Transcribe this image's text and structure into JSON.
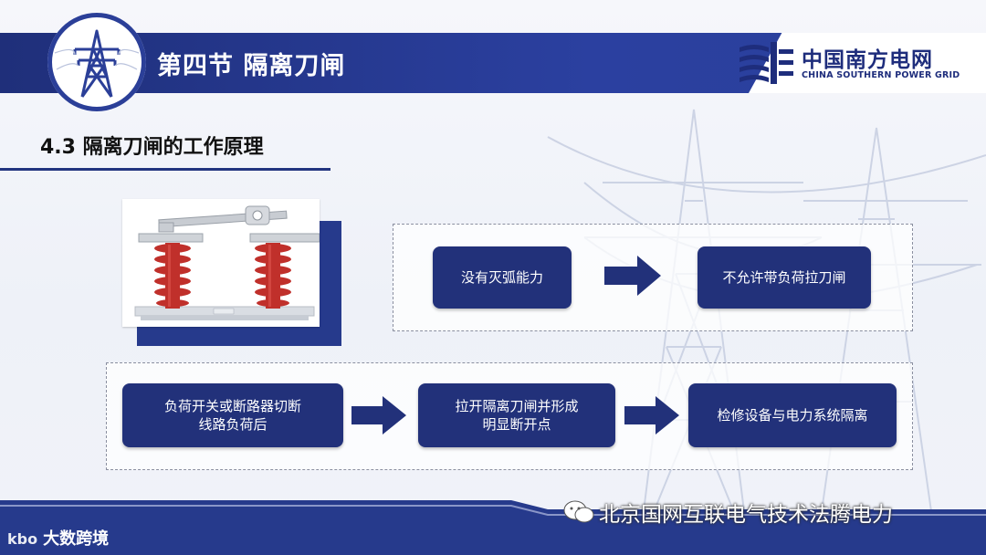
{
  "header": {
    "section_title": "第四节 隔离刀闸",
    "brand_name": "中国南方电网",
    "brand_subtitle": "CHINA SOUTHERN POWER GRID"
  },
  "subtitle": "4.3 隔离刀闸的工作原理",
  "top_flow": {
    "step1": "没有灭弧能力",
    "step2": "不允许带负荷拉刀闸"
  },
  "bottom_flow": {
    "step1": "负荷开关或断路器切断\n线路负荷后",
    "step2": "拉开隔离刀闸并形成\n明显断开点",
    "step3": "检修设备与电力系统隔离"
  },
  "watermark": "北京国网互联电气技术法腾电力",
  "corner_logo": {
    "mark": "kbo",
    "text": "大数跨境"
  },
  "colors": {
    "navy": "#22317a",
    "header_blue": "#263a8c",
    "insulator_red": "#c0302b"
  }
}
